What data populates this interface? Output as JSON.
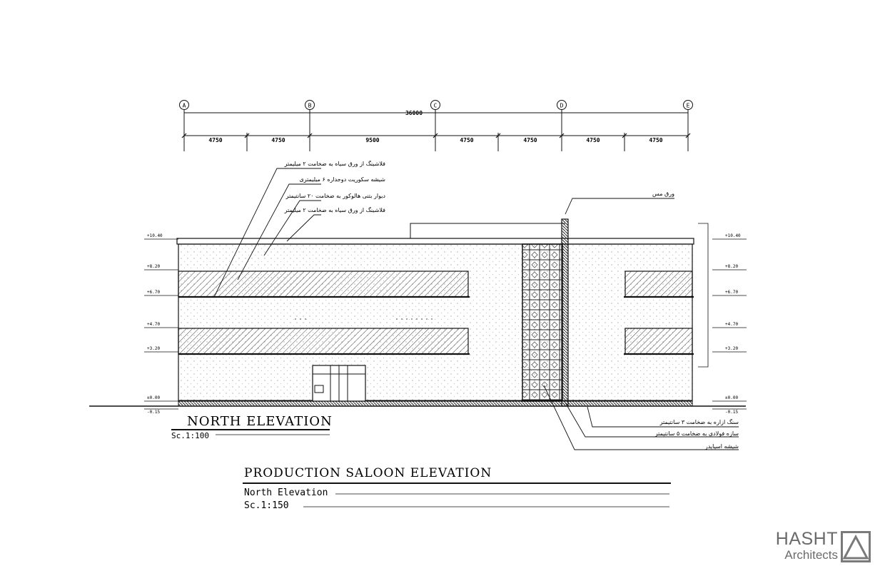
{
  "grid": {
    "axes": [
      "A",
      "B",
      "C",
      "D",
      "E"
    ],
    "overall_dimension": "36000",
    "segments": [
      "4750",
      "4750",
      "9500",
      "4750",
      "4750",
      "4750",
      "4750"
    ]
  },
  "annotations_left": [
    "فلاشینگ از ورق سیاه به ضخامت ۲ میلیمتر",
    "شیشه سکوریت دوجداره ۶ میلیمتری",
    "دیوار بتنی هالوکور به ضخامت ۲۰ سانتیمتر",
    "فلاشینگ از ورق سیاه به ضخامت ۲ میلیمتر"
  ],
  "annotation_top_right": "ورق مس",
  "annotations_bottom_right": [
    "سنگ ازاره به ضخامت ۳ سانتیمتر",
    "سازه فولادی به ضخامت ۵ سانتیمتر",
    "شیشه اسپایدر"
  ],
  "levels_left": [
    "+10.40",
    "+8.20",
    "+6.70",
    "+4.70",
    "+3.20",
    "±0.00",
    "-0.15"
  ],
  "levels_right": [
    "+10.40",
    "+8.20",
    "+6.70",
    "+4.70",
    "+3.20",
    "±0.00",
    "-0.15"
  ],
  "view_title": {
    "title": "NORTH ELEVATION",
    "scale": "Sc.1:100"
  },
  "sheet_title": {
    "title": "PRODUCTION SALOON ELEVATION",
    "subtitle": "North Elevation",
    "scale": "Sc.1:150"
  },
  "logo": {
    "name": "HASHT",
    "tagline": "Architects"
  },
  "colors": {
    "line": "#111111",
    "hatch": "#333333",
    "logo_text": "#6b6b6b",
    "logo_box": "#7a7a7a"
  }
}
